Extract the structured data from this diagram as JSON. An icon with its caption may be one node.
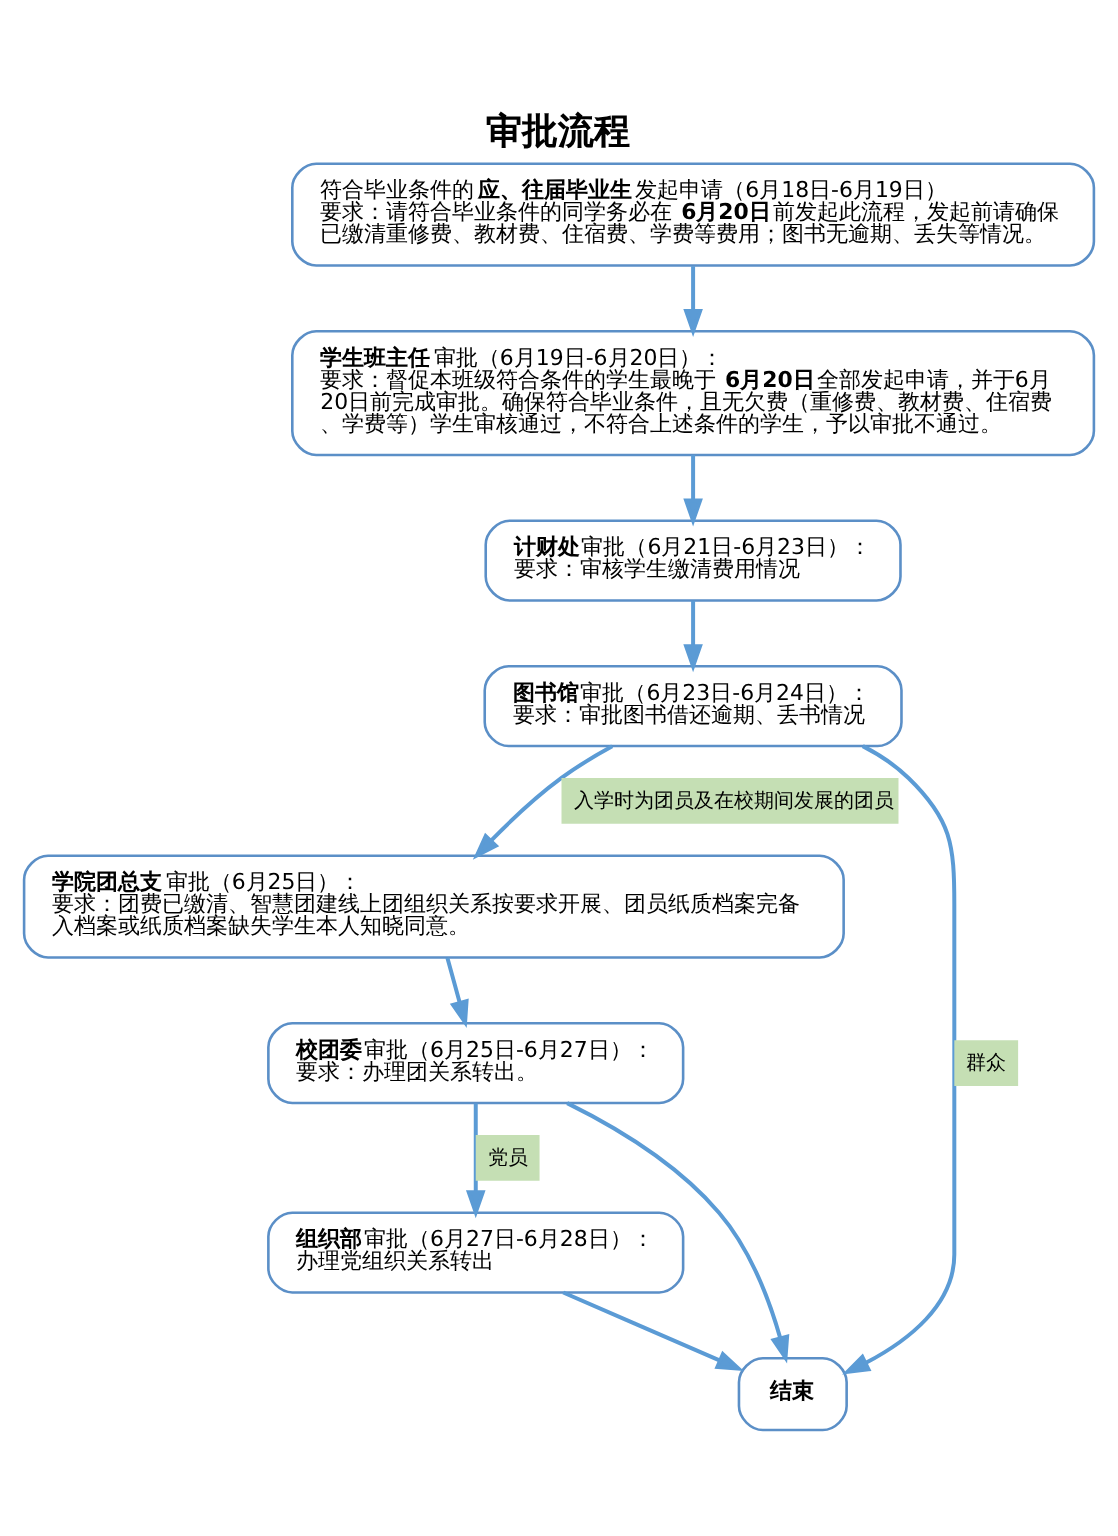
{
  "diagram": {
    "title": "审批流程",
    "nodes": [
      {
        "text": [
          "符合毕业条件的**应、往届毕业生**发起申请（6月18日-6月19日）",
          "要求：请符合毕业条件的同学务必在**6月20日**前发起此流程，发起前请确保已缴清重修费、教材费、住宿费、学费等费用；图书无逾期、丢失等情况。"
        ]
      },
      {
        "text": [
          "**学生班主任**审批（6月19日-6月20日）：",
          "要求：督促本班级符合条件的学生最晚于**6月20日**全部发起申请，并于6月20日前完成审批。确保符合毕业条件，且无欠费（重修费、教材费、住宿费、学费等）学生审核通过，不符合上述条件的学生，予以审批不通过。"
        ]
      },
      {
        "text": [
          "**计财处**审批（6月21日-6月23日）：",
          "要求：审核学生缴清费用情况"
        ]
      },
      {
        "text": [
          "**图书馆**审批（6月23日-6月24日）：",
          "要求：审批图书借还逾期、丢书情况"
        ]
      },
      {
        "text": [
          "**学院团总支**审批（6月25日）：",
          "要求：团费已缴清、智慧团建线上团组织关系按要求开展、团员纸质档案完备入档案或纸质档案缺失学生本人知晓同意。"
        ]
      },
      {
        "text": [
          "**校团委**审批（6月25日-6月27日）：",
          "要求：办理团关系转出。"
        ]
      },
      {
        "text": [
          "**组织部**审批（6月27日-6月28日）：",
          "办理党组织关系转出"
        ]
      },
      {
        "text": [
          "**结束**"
        ]
      }
    ],
    "edges": [
      {
        "from": 0,
        "to": 1,
        "arrow": "to"
      },
      {
        "from": 1,
        "to": 2,
        "arrow": "to"
      },
      {
        "from": 2,
        "to": 3,
        "arrow": "to"
      },
      {
        "from": 3,
        "to": 4,
        "arrow": "to",
        "label": "入学时为团员及在校期间发展的团员"
      },
      {
        "from": 3,
        "to": 7,
        "arrow": "to",
        "label": "群众"
      },
      {
        "from": 4,
        "to": 5,
        "arrow": "to"
      },
      {
        "from": 5,
        "to": 6,
        "arrow": "to",
        "label": "党员"
      },
      {
        "from": 5,
        "to": 7,
        "arrow": "to"
      },
      {
        "from": 6,
        "to": 7,
        "arrow": "to"
      }
    ]
  }
}
